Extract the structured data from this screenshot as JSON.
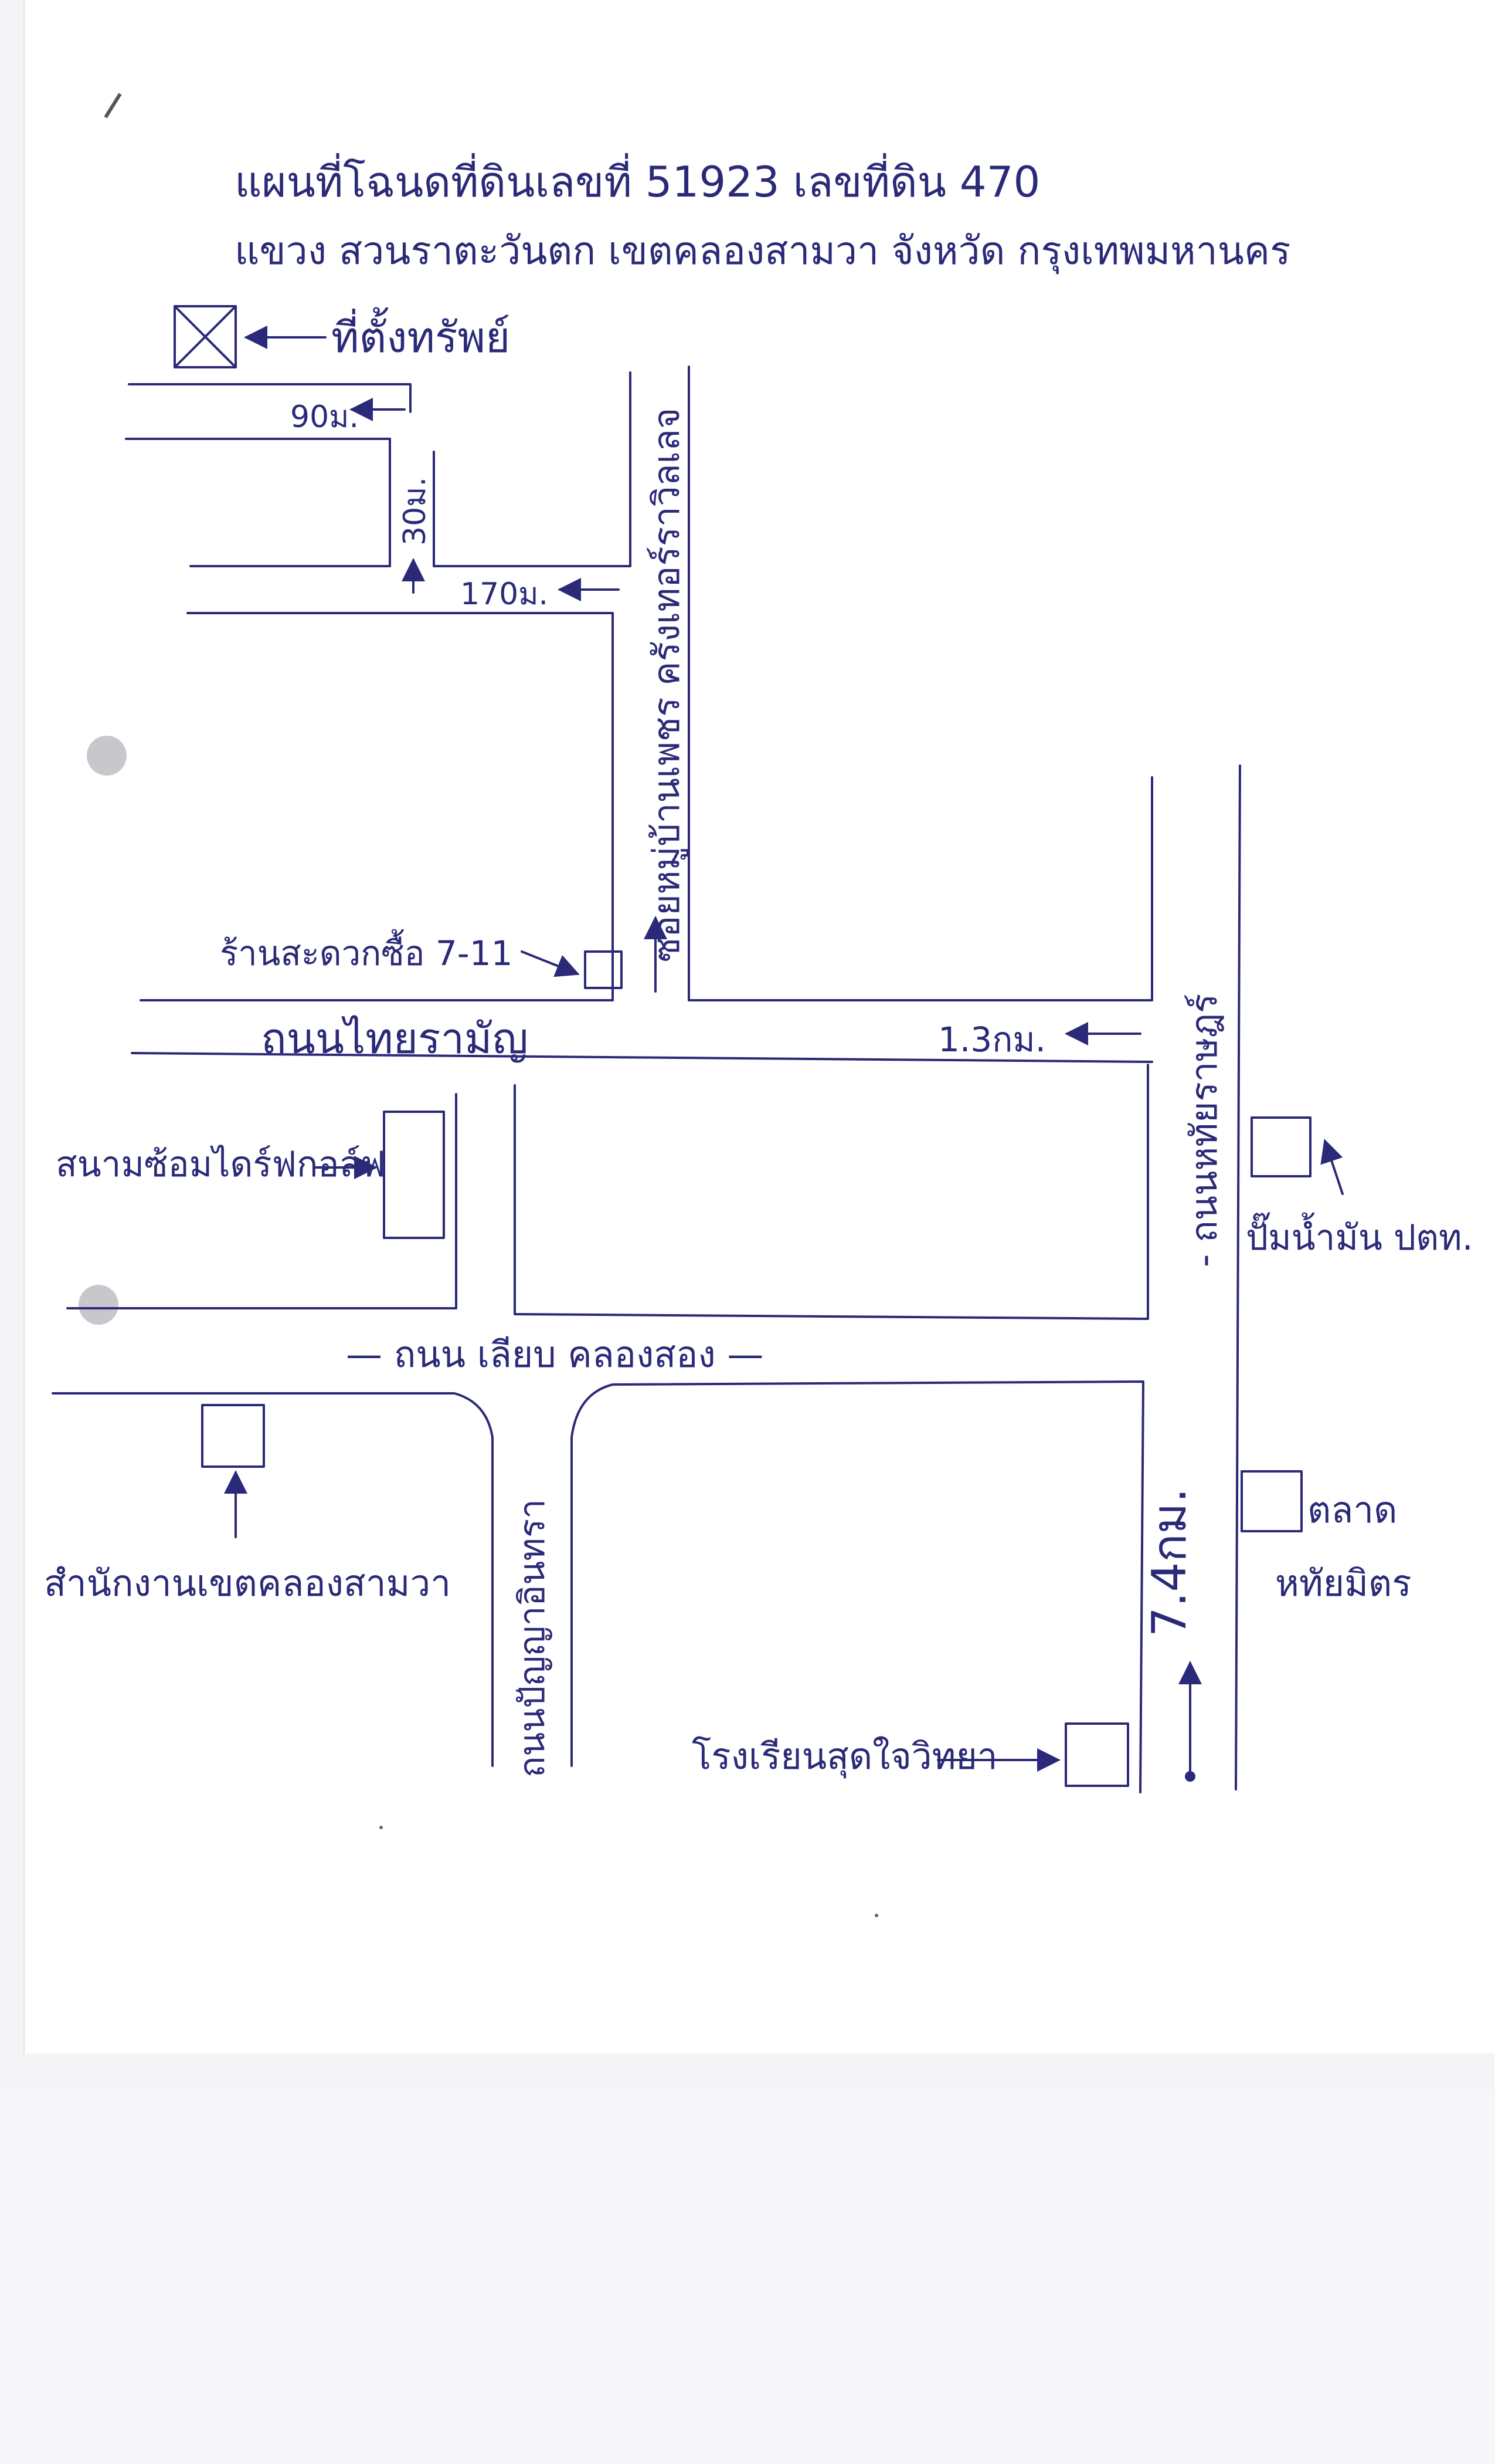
{
  "title": {
    "line1": "แผนที่โฉนดที่ดินเลขที่ 51923   เลขที่ดิน 470",
    "line2": "แขวง สวนราตะวันตก  เขตคลองสามวา  จังหวัด กรุงเทพมหานคร"
  },
  "labels": {
    "property": "ที่ตั้งทรัพย์",
    "dist_90": "90ม.",
    "dist_30": "30ม.",
    "dist_170": "170ม.",
    "soi_road": "ซอยหมู่บ้านเพชร ครังเทอร์ราวิลเลจ",
    "seven_eleven": "ร้านสะดวกซื้อ 7-11",
    "thai_raman_rd": "ถนนไทยรามัญ",
    "dist_1_3km": "1.3กม.",
    "saturday_golf": "สนามซ้อมไดร์ฟกอล์ฟ",
    "suwinthawong_rd": "- ถนนหทัยราษฎร์",
    "ptt_station": "ปั๊มน้ำมัน ปตท.",
    "liap_khlong_rd": "— ถนน เลียบ คลองสอง —",
    "district_office": "สำนักงานเขตคลองสามวา",
    "market_1": "ตลาด",
    "market_2": "หทัยมิตร",
    "dist_7_4km": "7.4กม.",
    "school": "โรงเรียนสุดใจวิทยา",
    "left_road": "ถนนปัญญาอินทรา"
  },
  "colors": {
    "ink": "#2a2a78",
    "paper": "#ffffff",
    "margin": "#f4f4f6"
  },
  "symbols": [
    "property-marker-icon",
    "building-box-icon",
    "arrow-icon",
    "punch-hole"
  ]
}
